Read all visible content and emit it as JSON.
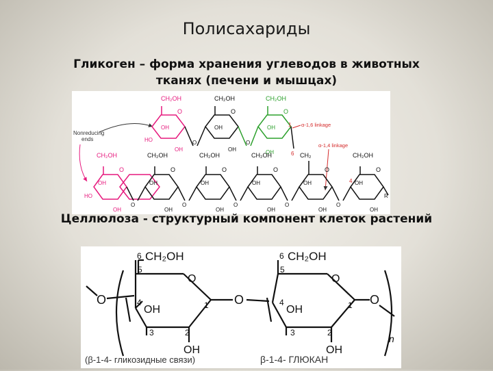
{
  "slide": {
    "title": "Полисахариды",
    "glycogen_line1": "Гликоген – форма хранения углеводов в животных",
    "glycogen_line2": "тканях (печени и мышцах)",
    "cellulose_caption": "Целлюлоза - структурный компонент клеток растений"
  },
  "glycogen_figure": {
    "nonreducing_line1": "Nonreducing",
    "nonreducing_line2": "ends",
    "a16": "α-1,6 linkage",
    "a14": "α-1,4 linkage",
    "ch2oh": "CH₂OH",
    "ch2": "CH₂",
    "oh": "OH",
    "ho": "HO",
    "o": "O",
    "r": "R",
    "n6": "6",
    "n1": "1",
    "n4": "4",
    "colors": {
      "pink": "#e6197d",
      "green": "#2ca02c",
      "black": "#111111",
      "red": "#d42a2a"
    }
  },
  "cellulose_figure": {
    "ch2oh": "CH₂OH",
    "oh": "OH",
    "o": "O",
    "n": "n",
    "c6": "6",
    "c5": "5",
    "c4": "4",
    "c3": "3",
    "c2": "2",
    "c1": "1",
    "legend_left": "(β-1-4- гликозидные связи)",
    "legend_right": "β-1-4- ГЛЮКАН"
  }
}
